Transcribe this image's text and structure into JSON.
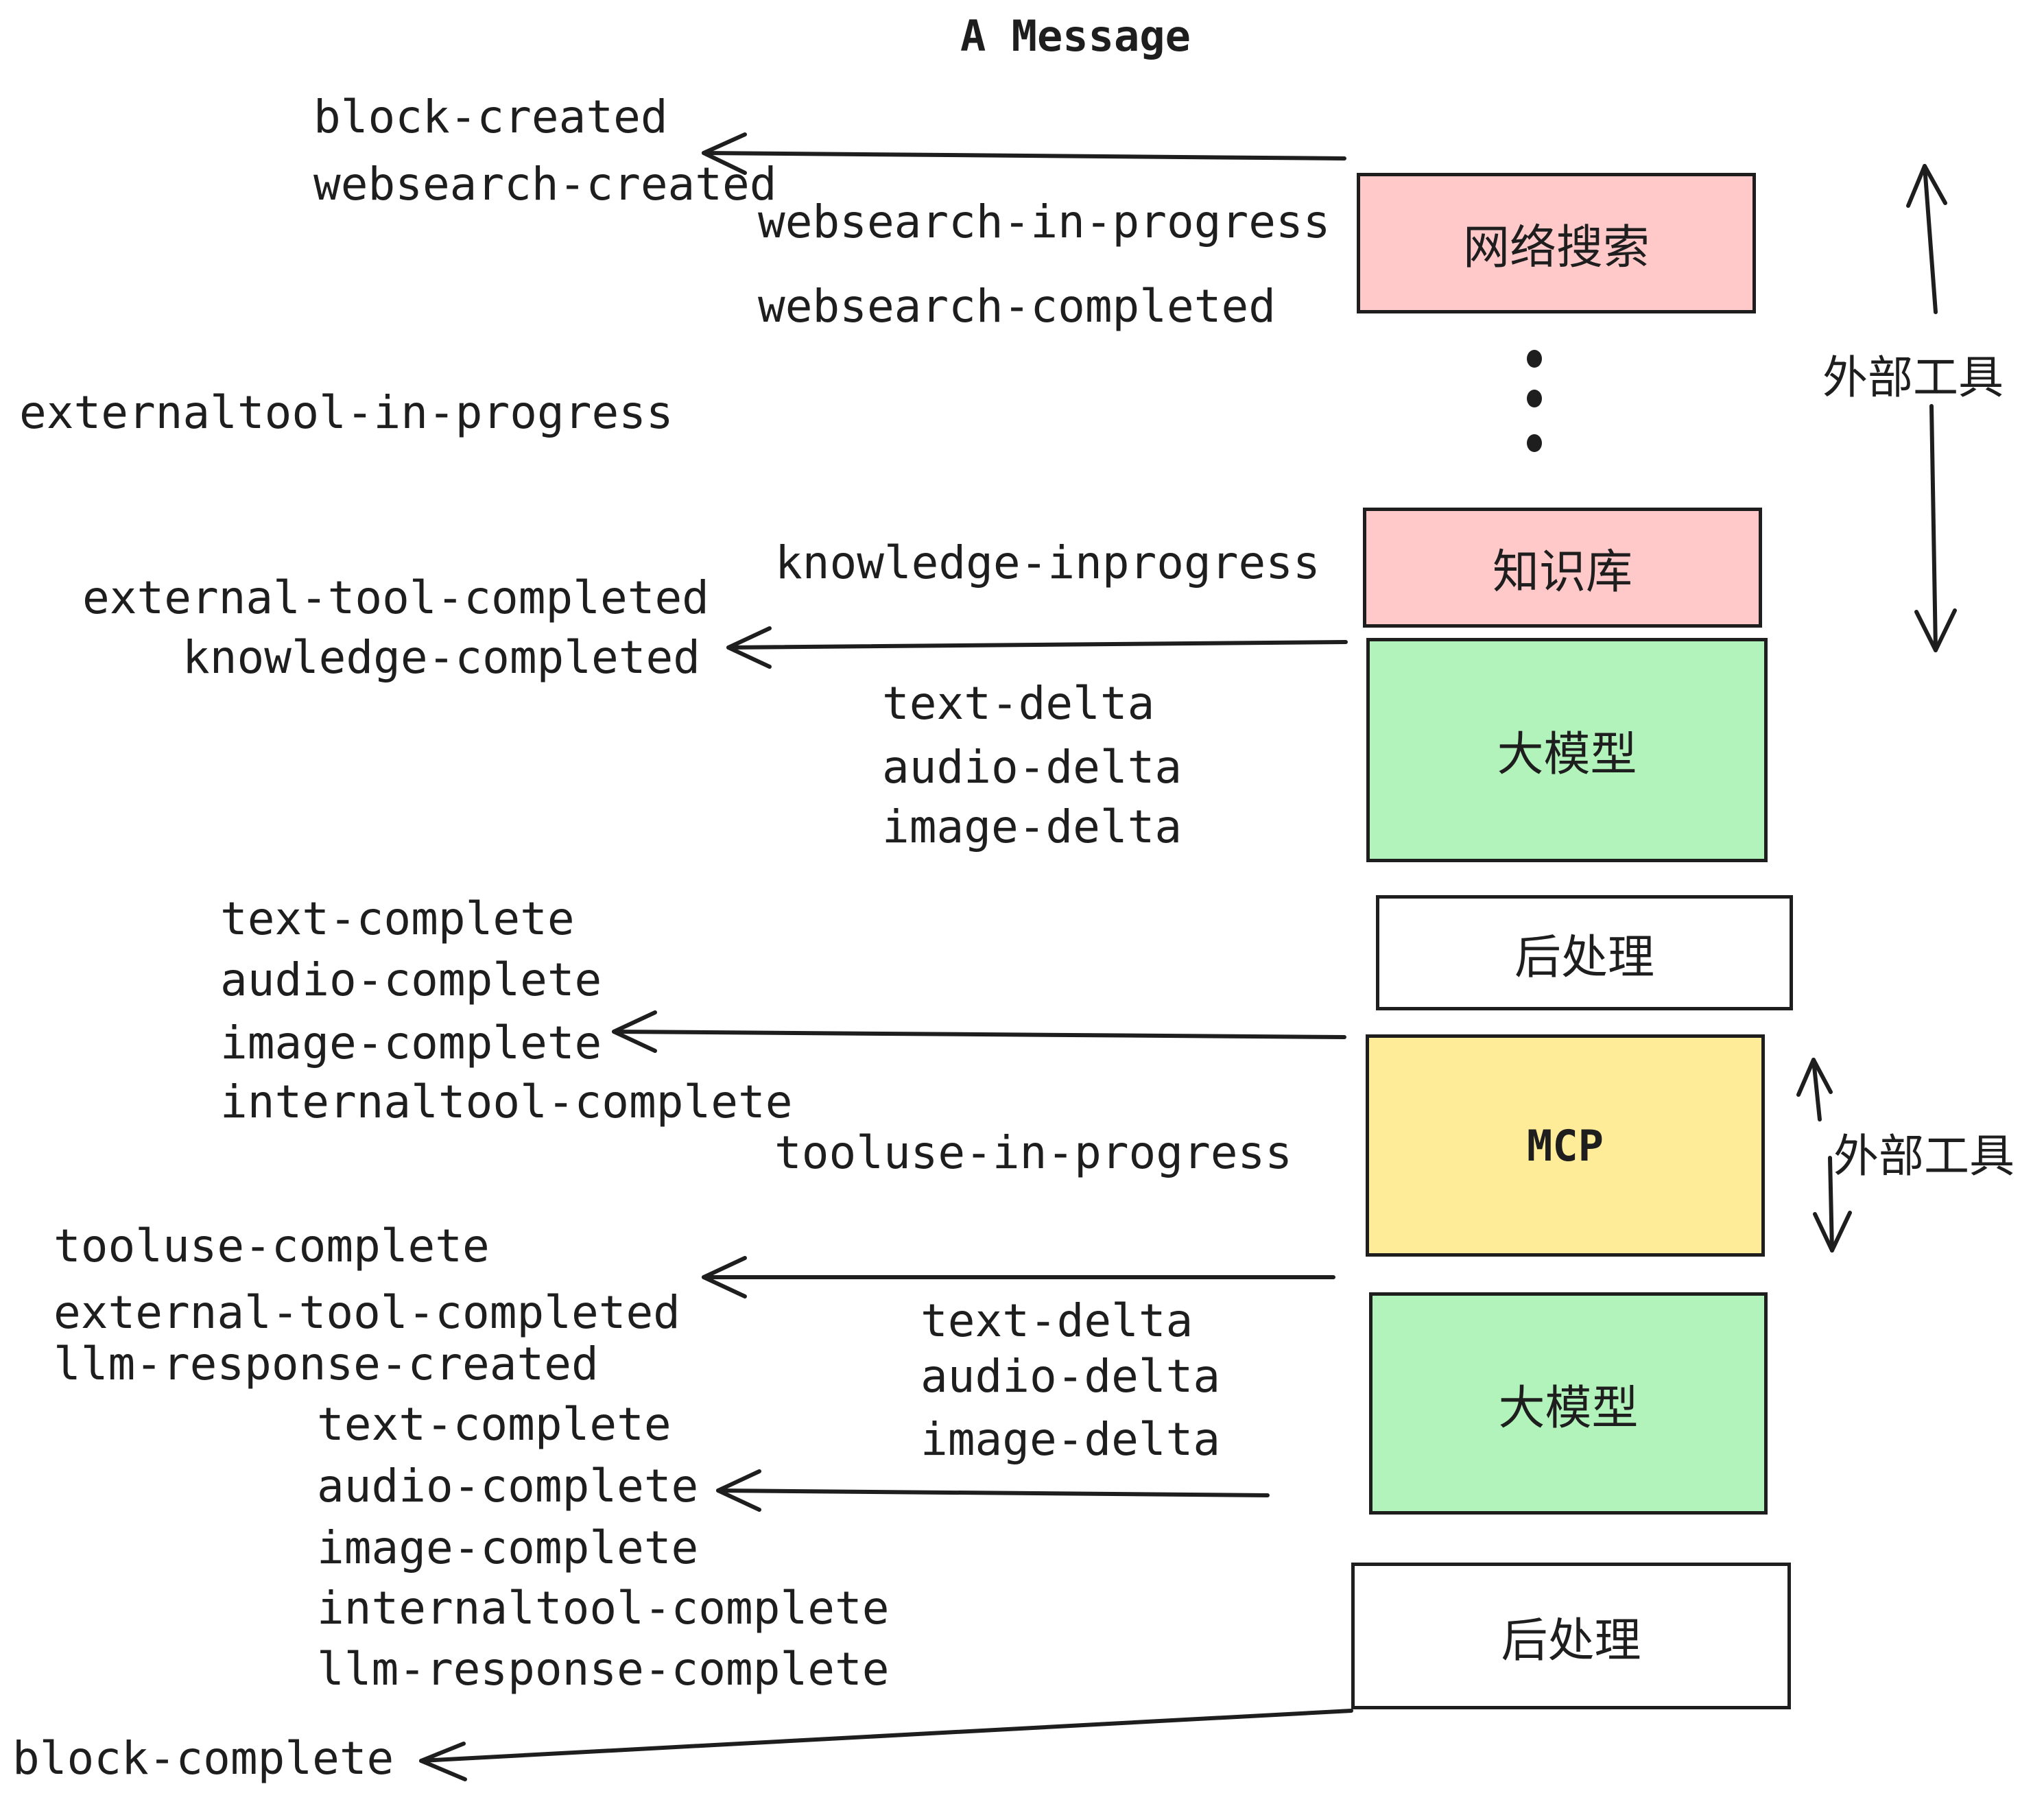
{
  "title": "A Message",
  "colors": {
    "ink": "#1e1e1e",
    "pink": "#ffc9c9",
    "green": "#b2f2bb",
    "yellow": "#ffec99",
    "white": "#ffffff"
  },
  "events": [
    {
      "id": "block-created",
      "label": "block-created"
    },
    {
      "id": "websearch-created",
      "label": "websearch-created"
    },
    {
      "id": "websearch-in-progress",
      "label": "websearch-in-progress"
    },
    {
      "id": "websearch-completed",
      "label": "websearch-completed"
    },
    {
      "id": "externaltool-in-progress",
      "label": "externaltool-in-progress"
    },
    {
      "id": "knowledge-inprogress",
      "label": "knowledge-inprogress"
    },
    {
      "id": "external-tool-completed-1",
      "label": "external-tool-completed"
    },
    {
      "id": "knowledge-completed",
      "label": "knowledge-completed"
    },
    {
      "id": "text-delta-1",
      "label": "text-delta"
    },
    {
      "id": "audio-delta-1",
      "label": "audio-delta"
    },
    {
      "id": "image-delta-1",
      "label": "image-delta"
    },
    {
      "id": "text-complete-1",
      "label": "text-complete"
    },
    {
      "id": "audio-complete-1",
      "label": "audio-complete"
    },
    {
      "id": "image-complete-1",
      "label": "image-complete"
    },
    {
      "id": "internaltool-complete-1",
      "label": "internaltool-complete"
    },
    {
      "id": "tooluse-in-progress",
      "label": "tooluse-in-progress"
    },
    {
      "id": "tooluse-complete",
      "label": "tooluse-complete"
    },
    {
      "id": "external-tool-completed-2",
      "label": "external-tool-completed"
    },
    {
      "id": "llm-response-created",
      "label": "llm-response-created"
    },
    {
      "id": "text-delta-2",
      "label": "text-delta"
    },
    {
      "id": "audio-delta-2",
      "label": "audio-delta"
    },
    {
      "id": "image-delta-2",
      "label": "image-delta"
    },
    {
      "id": "text-complete-2",
      "label": "text-complete"
    },
    {
      "id": "audio-complete-2",
      "label": "audio-complete"
    },
    {
      "id": "image-complete-2",
      "label": "image-complete"
    },
    {
      "id": "internaltool-complete-2",
      "label": "internaltool-complete"
    },
    {
      "id": "llm-response-complete",
      "label": "llm-response-complete"
    },
    {
      "id": "block-complete",
      "label": "block-complete"
    }
  ],
  "boxes": [
    {
      "id": "websearch-box",
      "label": "网络搜索",
      "fill": "pink",
      "mono": false
    },
    {
      "id": "knowledge-box",
      "label": "知识库",
      "fill": "pink",
      "mono": false
    },
    {
      "id": "llm-box-1",
      "label": "大模型",
      "fill": "green",
      "mono": false
    },
    {
      "id": "postprocess-box-1",
      "label": "后处理",
      "fill": "white",
      "mono": false
    },
    {
      "id": "mcp-box",
      "label": "MCP",
      "fill": "yellow",
      "mono": true
    },
    {
      "id": "llm-box-2",
      "label": "大模型",
      "fill": "green",
      "mono": false
    },
    {
      "id": "postprocess-box-2",
      "label": "后处理",
      "fill": "white",
      "mono": false
    }
  ],
  "annotations": [
    {
      "id": "external-tools-annotation-1",
      "label": "外部工具"
    },
    {
      "id": "external-tools-annotation-2",
      "label": "外部工具"
    }
  ]
}
